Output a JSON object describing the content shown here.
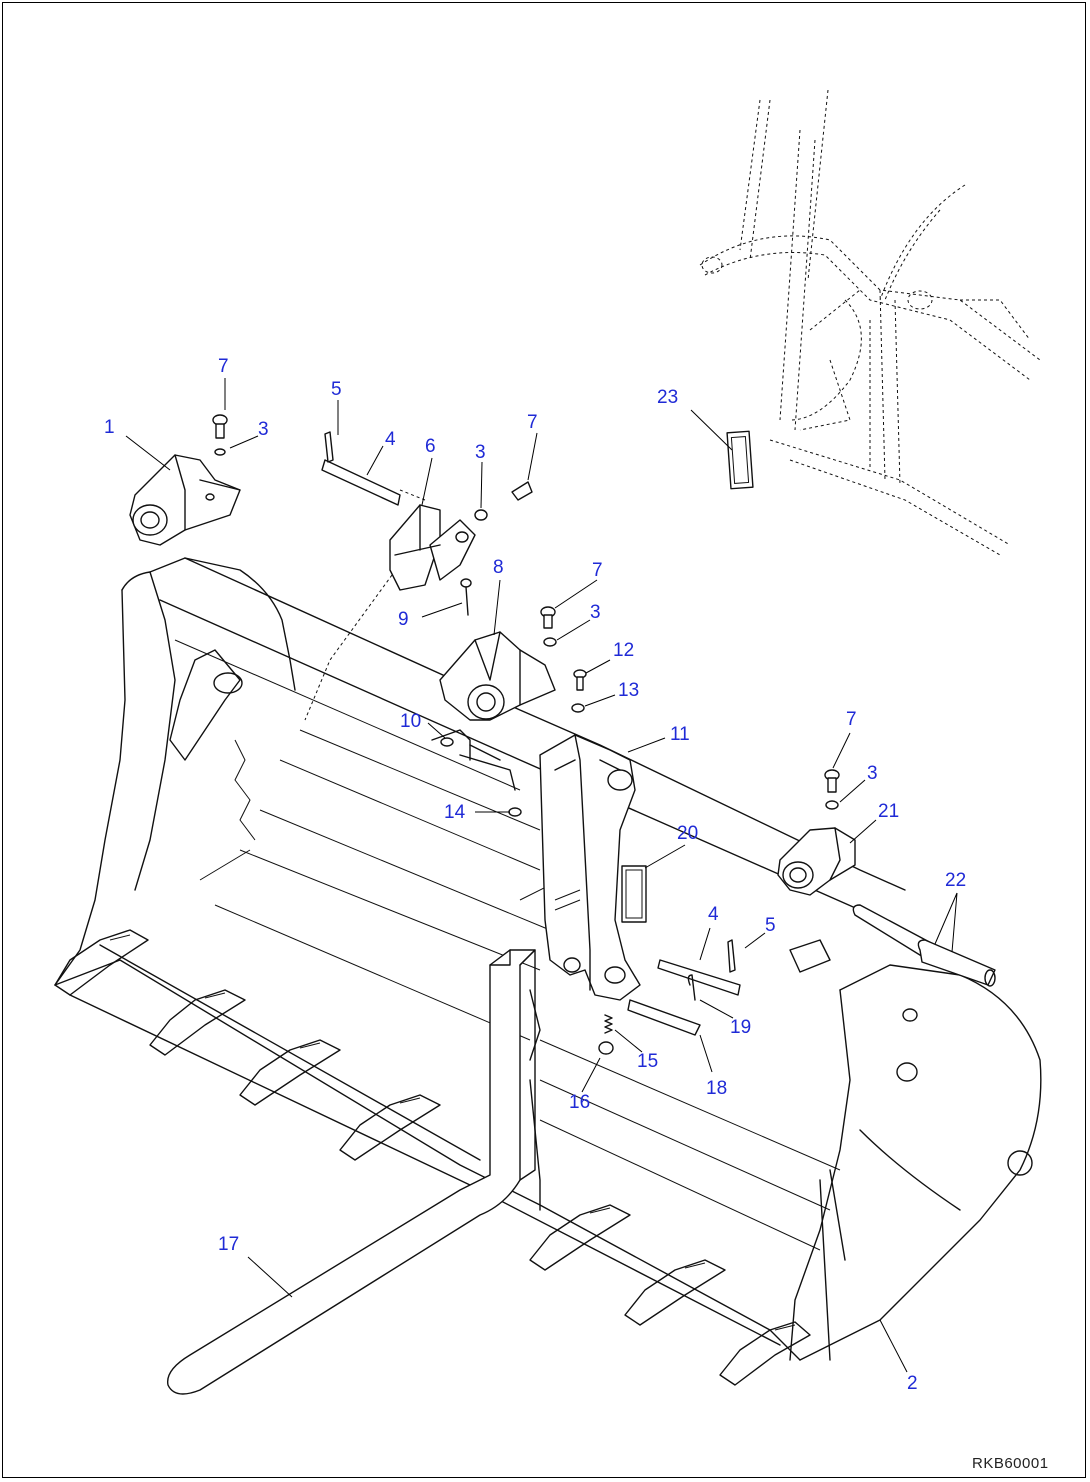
{
  "figure_id": "RKB60001",
  "callout_color": "#1f2ad6",
  "callouts": [
    {
      "label": "1"
    },
    {
      "label": "2"
    },
    {
      "label": "3"
    },
    {
      "label": "3"
    },
    {
      "label": "3"
    },
    {
      "label": "3"
    },
    {
      "label": "4"
    },
    {
      "label": "4"
    },
    {
      "label": "5"
    },
    {
      "label": "5"
    },
    {
      "label": "6"
    },
    {
      "label": "7"
    },
    {
      "label": "7"
    },
    {
      "label": "7"
    },
    {
      "label": "7"
    },
    {
      "label": "8"
    },
    {
      "label": "9"
    },
    {
      "label": "10"
    },
    {
      "label": "11"
    },
    {
      "label": "12"
    },
    {
      "label": "13"
    },
    {
      "label": "14"
    },
    {
      "label": "15"
    },
    {
      "label": "16"
    },
    {
      "label": "17"
    },
    {
      "label": "18"
    },
    {
      "label": "19"
    },
    {
      "label": "20"
    },
    {
      "label": "21"
    },
    {
      "label": "22"
    },
    {
      "label": "23"
    }
  ]
}
